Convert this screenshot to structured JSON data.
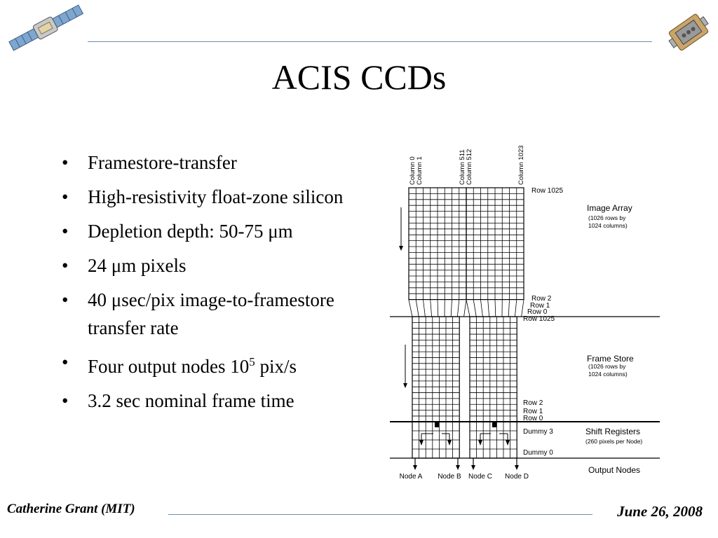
{
  "slide": {
    "title": "ACIS CCDs",
    "bullets": [
      {
        "text": "Framestore-transfer"
      },
      {
        "text": "High-resistivity float-zone silicon"
      },
      {
        "text": "Depletion depth: 50-75 μm"
      },
      {
        "text": "24 μm pixels"
      },
      {
        "text": "40 μsec/pix image-to-framestore transfer rate"
      },
      {
        "text": "Four output nodes 10",
        "superscript": "5",
        "suffix": " pix/s"
      },
      {
        "text": "3.2 sec nominal frame time"
      }
    ],
    "bullet_symbol": "•",
    "footer": {
      "author": "Catherine Grant (MIT)",
      "date": "June 26, 2008"
    },
    "logos": [
      "satellite-icon",
      "instrument-icon"
    ]
  },
  "diagram": {
    "column_labels": [
      "Column 0",
      "Column 1",
      "Column 511",
      "Column 512",
      "Column 1023"
    ],
    "row_labels": {
      "row_1025_top": "Row 1025",
      "row_2_img": "Row 2",
      "row_1_img": "Row 1",
      "row_0_img": "Row 0",
      "row_1025_fs": "Row 1025",
      "row_2_fs": "Row 2",
      "row_1_fs": "Row 1",
      "row_0_fs": "Row 0",
      "dummy_3": "Dummy 3",
      "dummy_0": "Dummy 0"
    },
    "sections": {
      "image_array": {
        "title": "Image Array",
        "line1": "(1026 rows by",
        "line2": "1024 columns)"
      },
      "frame_store": {
        "title": "Frame Store",
        "line1": "(1026 rows by",
        "line2": "1024 columns)"
      },
      "shift_registers": {
        "title": "Shift Registers",
        "line1": "(260 pixels per Node)"
      },
      "output_nodes": {
        "title": "Output Nodes"
      }
    },
    "nodes": [
      "Node A",
      "Node B",
      "Node C",
      "Node D"
    ]
  }
}
